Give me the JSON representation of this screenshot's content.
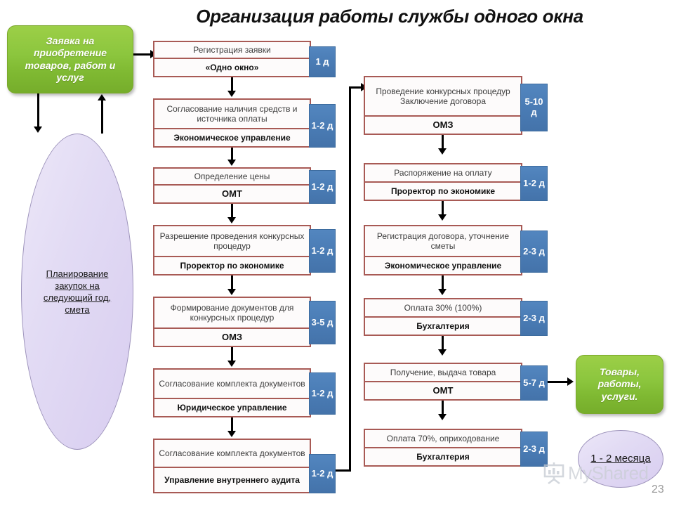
{
  "title": "Организация работы службы одного окна",
  "start_box": {
    "label": "Заявка на приобретение товаров, работ и услуг"
  },
  "planning_ellipse": {
    "label": "Планирование закупок на следующий год, смета"
  },
  "result_box": {
    "label": "Товары, работы, услуги."
  },
  "total_time_ellipse": {
    "label": "1 - 2 месяца"
  },
  "watermark": {
    "text": "MyShared",
    "icon": "presentation-screen-icon"
  },
  "page_number": "23",
  "colors": {
    "process_border": "#a85a55",
    "duration_badge": "#4a7cb5",
    "green_accent": "#8cc63e",
    "ellipse_fill": "#dcd3f0"
  },
  "left_column": [
    {
      "title": "Регистрация заявки",
      "owner": "«Одно окно»",
      "duration": "1 д"
    },
    {
      "title": "Согласование наличия средств и источника оплаты",
      "owner": "Экономическое управление",
      "duration": "1-2 д"
    },
    {
      "title": "Определение цены",
      "owner": "ОМТ",
      "duration": "1-2 д"
    },
    {
      "title": "Разрешение проведения конкурсных процедур",
      "owner": "Проректор по экономике",
      "duration": "1-2 д"
    },
    {
      "title": "Формирование документов для конкурсных процедур",
      "owner": "ОМЗ",
      "duration": "3-5 д"
    },
    {
      "title": "Согласование комплекта документов",
      "owner": "Юридическое управление",
      "duration": "1-2 д"
    },
    {
      "title": "Согласование комплекта документов",
      "owner": "Управление внутреннего аудита",
      "duration": "1-2 д"
    }
  ],
  "right_column": [
    {
      "title": "Проведение конкурсных процедур Заключение договора",
      "owner": "ОМЗ",
      "duration": "5-10 д"
    },
    {
      "title": "Распоряжение на оплату",
      "owner": "Проректор по экономике",
      "duration": "1-2 д"
    },
    {
      "title": "Регистрация договора, уточнение сметы",
      "owner": "Экономическое управление",
      "duration": "2-3 д"
    },
    {
      "title": "Оплата 30% (100%)",
      "owner": "Бухгалтерия",
      "duration": "2-3 д"
    },
    {
      "title": "Получение, выдача товара",
      "owner": "ОМТ",
      "duration": "5-7 д"
    },
    {
      "title": "Оплата 70%, оприходование",
      "owner": "Бухгалтерия",
      "duration": "2-3 д"
    }
  ]
}
